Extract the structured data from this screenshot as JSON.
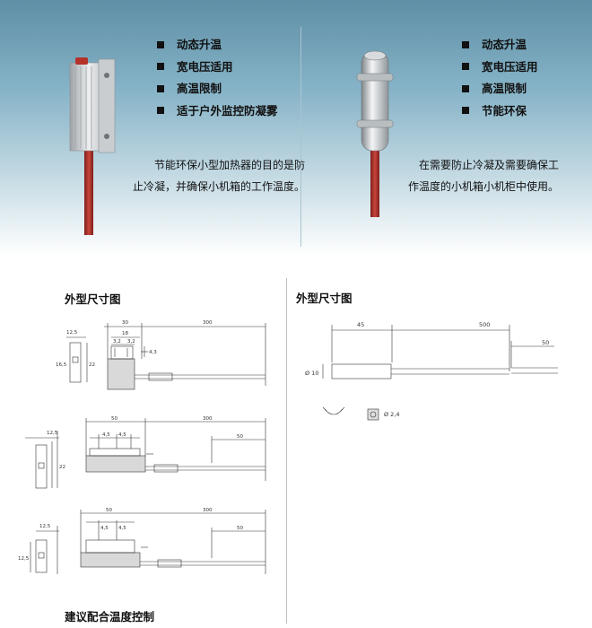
{
  "left_product": {
    "features": [
      "动态升温",
      "宽电压适用",
      "高温限制",
      "适于户外监控防凝雾"
    ],
    "description": [
      "节能环保小型加热器的目的是防",
      "止冷凝，并确保小机箱的工作温度。"
    ]
  },
  "right_product": {
    "features": [
      "动态升温",
      "宽电压适用",
      "高温限制",
      "节能环保"
    ],
    "description": [
      "在需要防止冷凝及需要确保工",
      "作温度的小机箱小机柜中使用。"
    ]
  },
  "left_drawing": {
    "title": "外型尺寸图",
    "dims": {
      "d1_top": "12,5",
      "d1_w": "30",
      "d1_len": "300",
      "d1_a": "18",
      "d1_b": "3,2",
      "d1_c": "3,2",
      "d1_h": "4,3",
      "d1_side": "16,5",
      "d1_h2": "22",
      "d2_top": "12,5",
      "d2_w": "50",
      "d2_len": "300",
      "d2_a": "4,5",
      "d2_b": "4,5",
      "d2_wire": "50",
      "d2_h": "22",
      "d3_top": "12,5",
      "d3_w": "50",
      "d3_len": "300",
      "d3_a": "4,5",
      "d3_b": "4,5",
      "d3_wire": "50",
      "d3_h": "12,5"
    }
  },
  "right_drawing": {
    "title": "外型尺寸图",
    "dims": {
      "len_45": "45",
      "len_500": "500",
      "len_50": "50",
      "dia": "Ø 10",
      "hole": "Ø 2,4"
    }
  },
  "bottom_heading": "建议配合温度控制",
  "colors": {
    "banner_top": "#5e8fa6",
    "banner_bottom": "#ffffff",
    "cable": "#b5322a",
    "bullet": "#111111"
  }
}
